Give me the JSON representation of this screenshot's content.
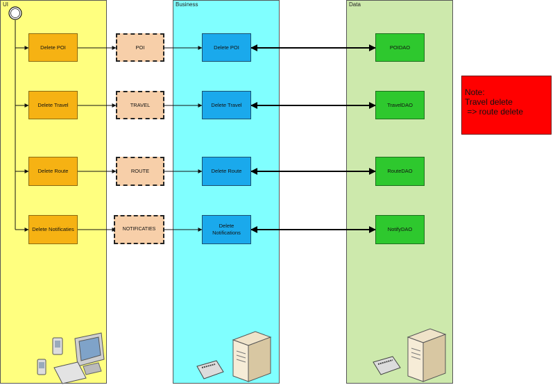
{
  "lanes": {
    "ui": {
      "title": "UI"
    },
    "business": {
      "title": "Business"
    },
    "data": {
      "title": "Data"
    }
  },
  "rows": [
    {
      "ui": "Delete POI",
      "msg": "POI",
      "biz": "Delete POI",
      "data": "POIDAO"
    },
    {
      "ui": "Delete Travel",
      "msg": "TRAVEL",
      "biz": "Delete Travel",
      "data": "TravelDAO"
    },
    {
      "ui": "Delete Route",
      "msg": "ROUTE",
      "biz": "Delete Route",
      "data": "RouteDAO"
    },
    {
      "ui": "Delete Notificaties",
      "msg": "NOTIFICATIES",
      "biz": "Delete\nNotifications",
      "data": "NotifyDAO"
    }
  ],
  "note": {
    "line1": "Note:",
    "line2": "Travel delete",
    "line3": " => route delete"
  },
  "colors": {
    "ui_lane": "#ffff7f",
    "business_lane": "#80ffff",
    "data_lane": "#cde9ac",
    "ui_box": "#f6b213",
    "msg_box": "#f7cfa9",
    "biz_box": "#1aa9ec",
    "data_box": "#2ec82e",
    "note": "#ff0000"
  },
  "icons": [
    "start-node-icon",
    "pda-icon",
    "desktop-computer-icon",
    "network-hub-icon",
    "server-tower-icon"
  ]
}
